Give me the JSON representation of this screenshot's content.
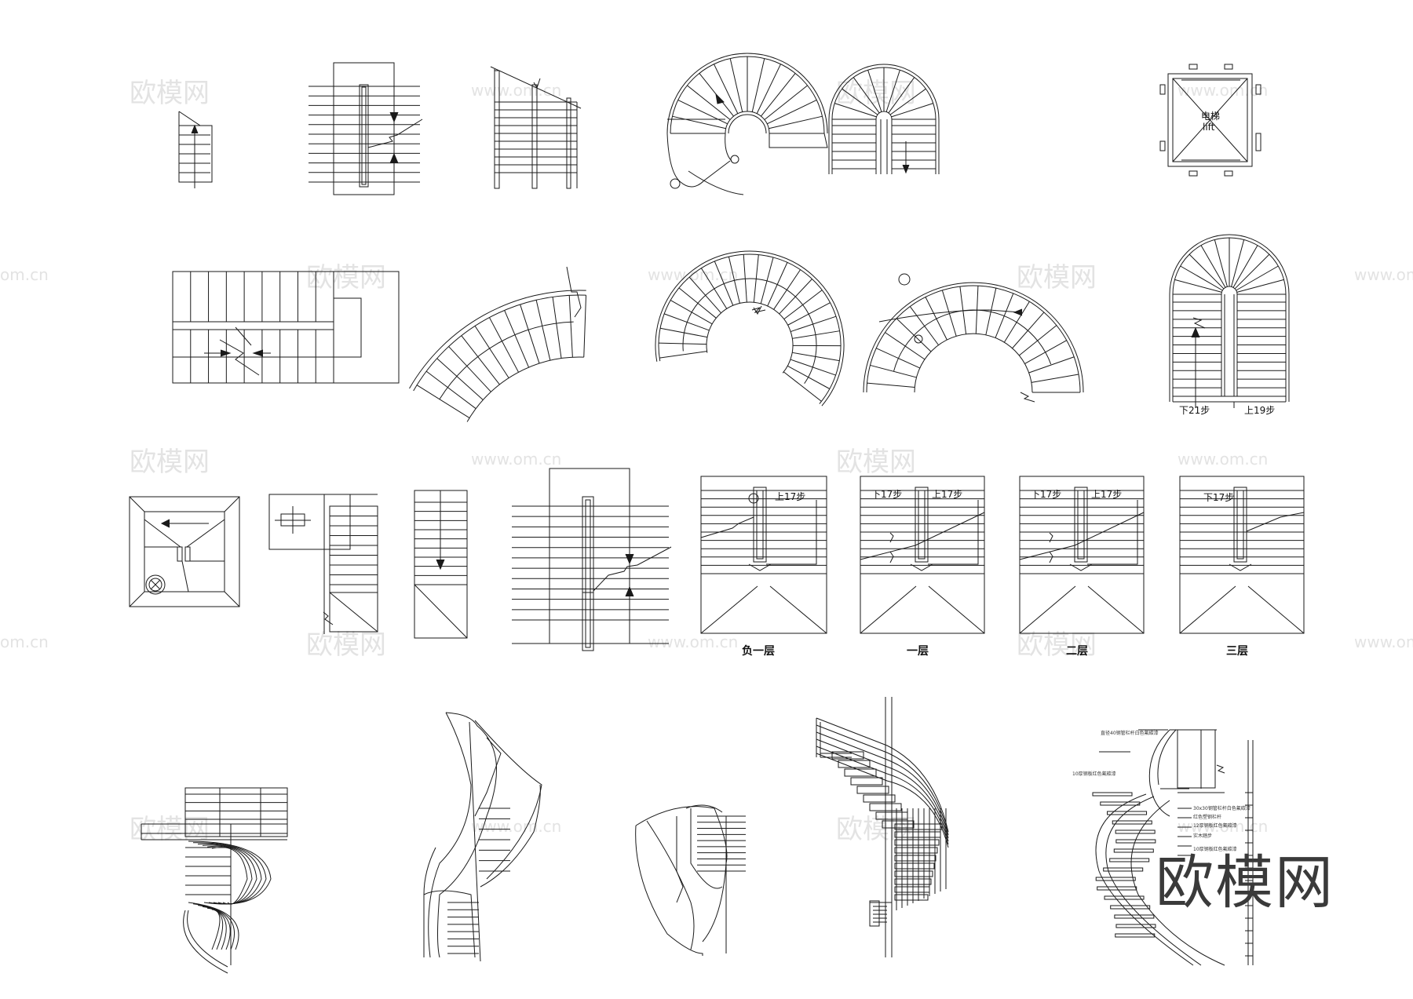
{
  "watermarks": {
    "brand_cn": "欧模网",
    "site": "www.om.cn",
    "site_partial": "om.cn"
  },
  "plan_labels": {
    "lift_cn": "电梯",
    "lift_en": "lift",
    "down21": "下21步",
    "up19": "上19步",
    "up17": "上17步",
    "down17": "下17步"
  },
  "floor_labels": {
    "b1": "负一层",
    "f1": "一层",
    "f2": "二层",
    "f3": "三层"
  },
  "annotations": [
    "直径40钢管栏杆白色氟碳漆",
    "10厚钢板红色氟碳漆",
    "30x30钢管栏杆白色氟碳漆",
    "红色塑钢栏杆",
    "12厚钢板红色氟碳漆",
    "实木踏步",
    "10厚钢板红色氟碳漆"
  ],
  "brand_logo": "欧模网"
}
